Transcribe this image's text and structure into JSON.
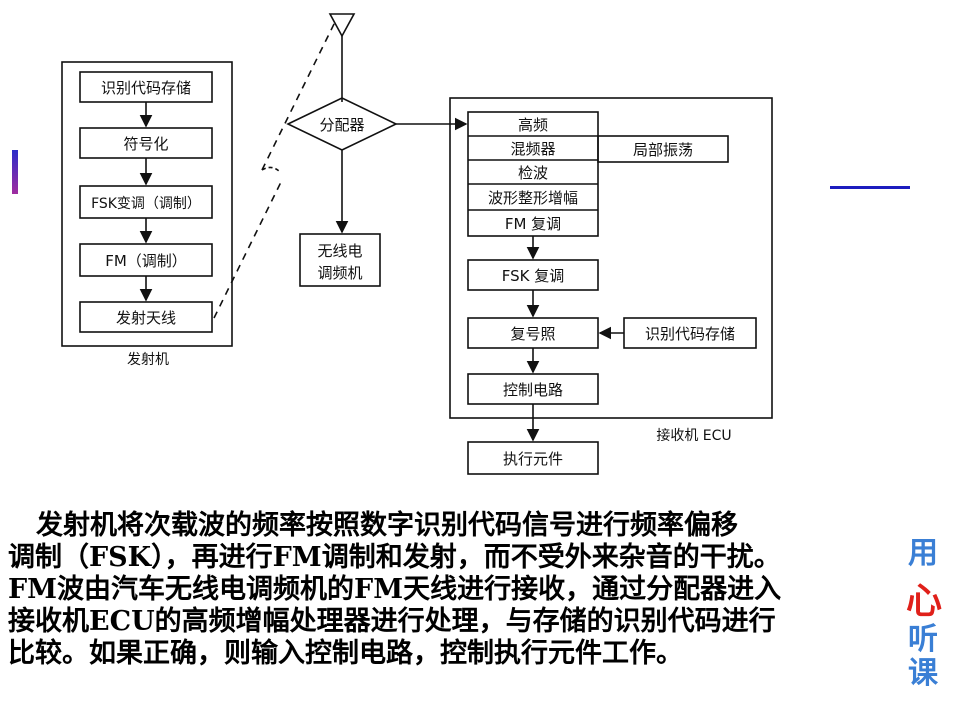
{
  "transmitter": {
    "caption": "发射机",
    "boxes": [
      "识别代码存储",
      "符号化",
      "FSK变调（调制）",
      "FM（调制）",
      "发射天线"
    ]
  },
  "distributor": "分配器",
  "radio": [
    "无线电",
    "调频机"
  ],
  "receiver": {
    "caption": "接收机 ECU",
    "stack": [
      "高频",
      "混频器",
      "检波",
      "波形整形增幅",
      "FM 复调"
    ],
    "local_osc": "局部振荡",
    "fsk_demod": "FSK 复调",
    "compare": "复号照",
    "code_store": "识别代码存储",
    "control": "控制电路"
  },
  "actuator": "执行元件",
  "paragraph": [
    "发射机将次载波的频率按照数字识别代码信号进行频率偏移",
    "调制（FSK），再进行FM调制和发射，而不受外来杂音的干扰。",
    "FM波由汽车无线电调频机的FM天线进行接收，通过分配器进入",
    "接收机ECU的高频增幅处理器进行处理，与存储的识别代码进行",
    "比较。如果正确，则输入控制电路，控制执行元件工作。"
  ],
  "logo": [
    "用",
    "心",
    "听",
    "课"
  ],
  "colors": {
    "accent_blue": "#1d1dbf",
    "logo_blue": "#3a7fd5",
    "logo_red": "#e0201a"
  }
}
